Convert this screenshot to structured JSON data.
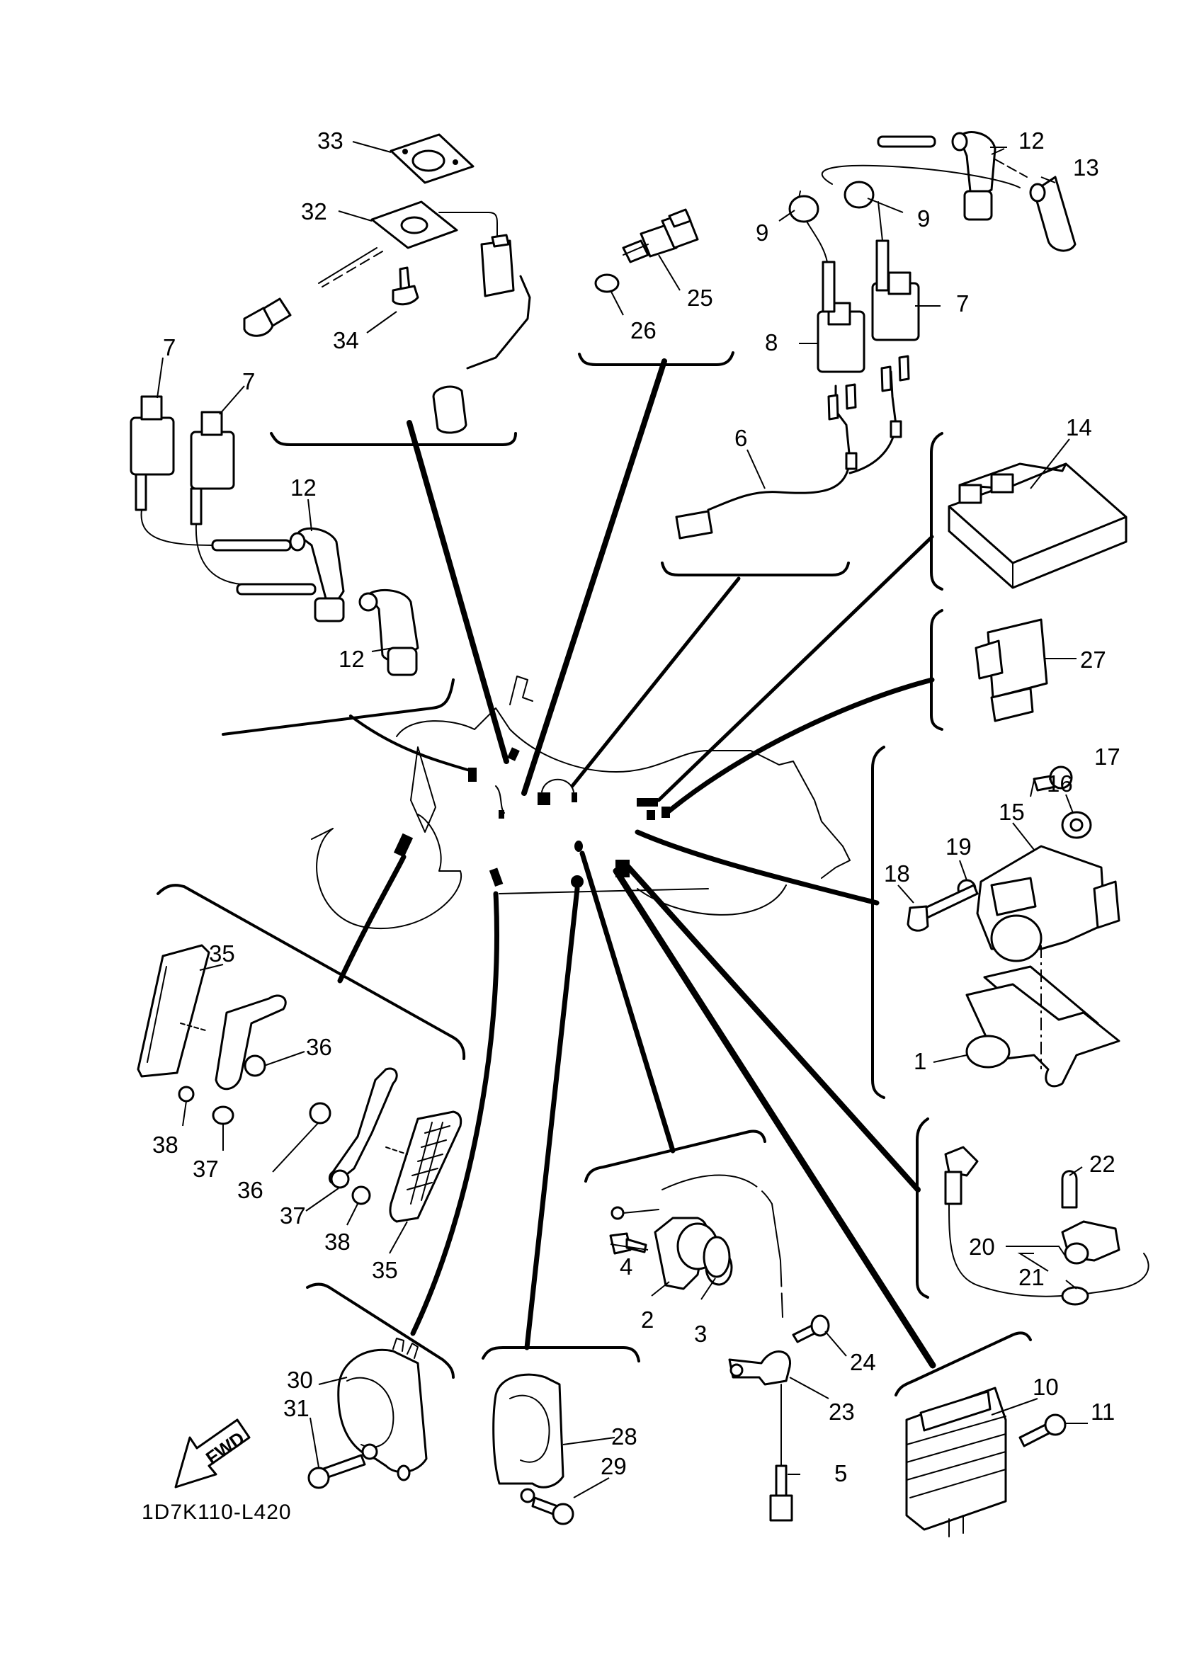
{
  "diagram_code": "1D7K110-L420",
  "direction_label": "FWD",
  "callouts": {
    "c1": "1",
    "c2": "2",
    "c3": "3",
    "c4": "4",
    "c5": "5",
    "c6": "6",
    "c7": "7",
    "c8": "8",
    "c9": "9",
    "c10": "10",
    "c11": "11",
    "c12": "12",
    "c13": "13",
    "c14": "14",
    "c15": "15",
    "c16": "16",
    "c17": "17",
    "c18": "18",
    "c19": "19",
    "c20": "20",
    "c21": "21",
    "c22": "22",
    "c23": "23",
    "c24": "24",
    "c25": "25",
    "c26": "26",
    "c27": "27",
    "c28": "28",
    "c29": "29",
    "c30": "30",
    "c31": "31",
    "c32": "32",
    "c33": "33",
    "c34": "34",
    "c35": "35",
    "c36": "36",
    "c37": "37",
    "c38": "38"
  },
  "icons": [
    "ignition-coil-icon",
    "spark-plug-cap-icon",
    "fuel-sender-icon",
    "ecu-icon",
    "relay-icon",
    "throttle-sensor-icon",
    "horn-icon",
    "rectifier-icon",
    "reflector-icon",
    "motorcycle-outline-icon",
    "forward-arrow-icon"
  ]
}
